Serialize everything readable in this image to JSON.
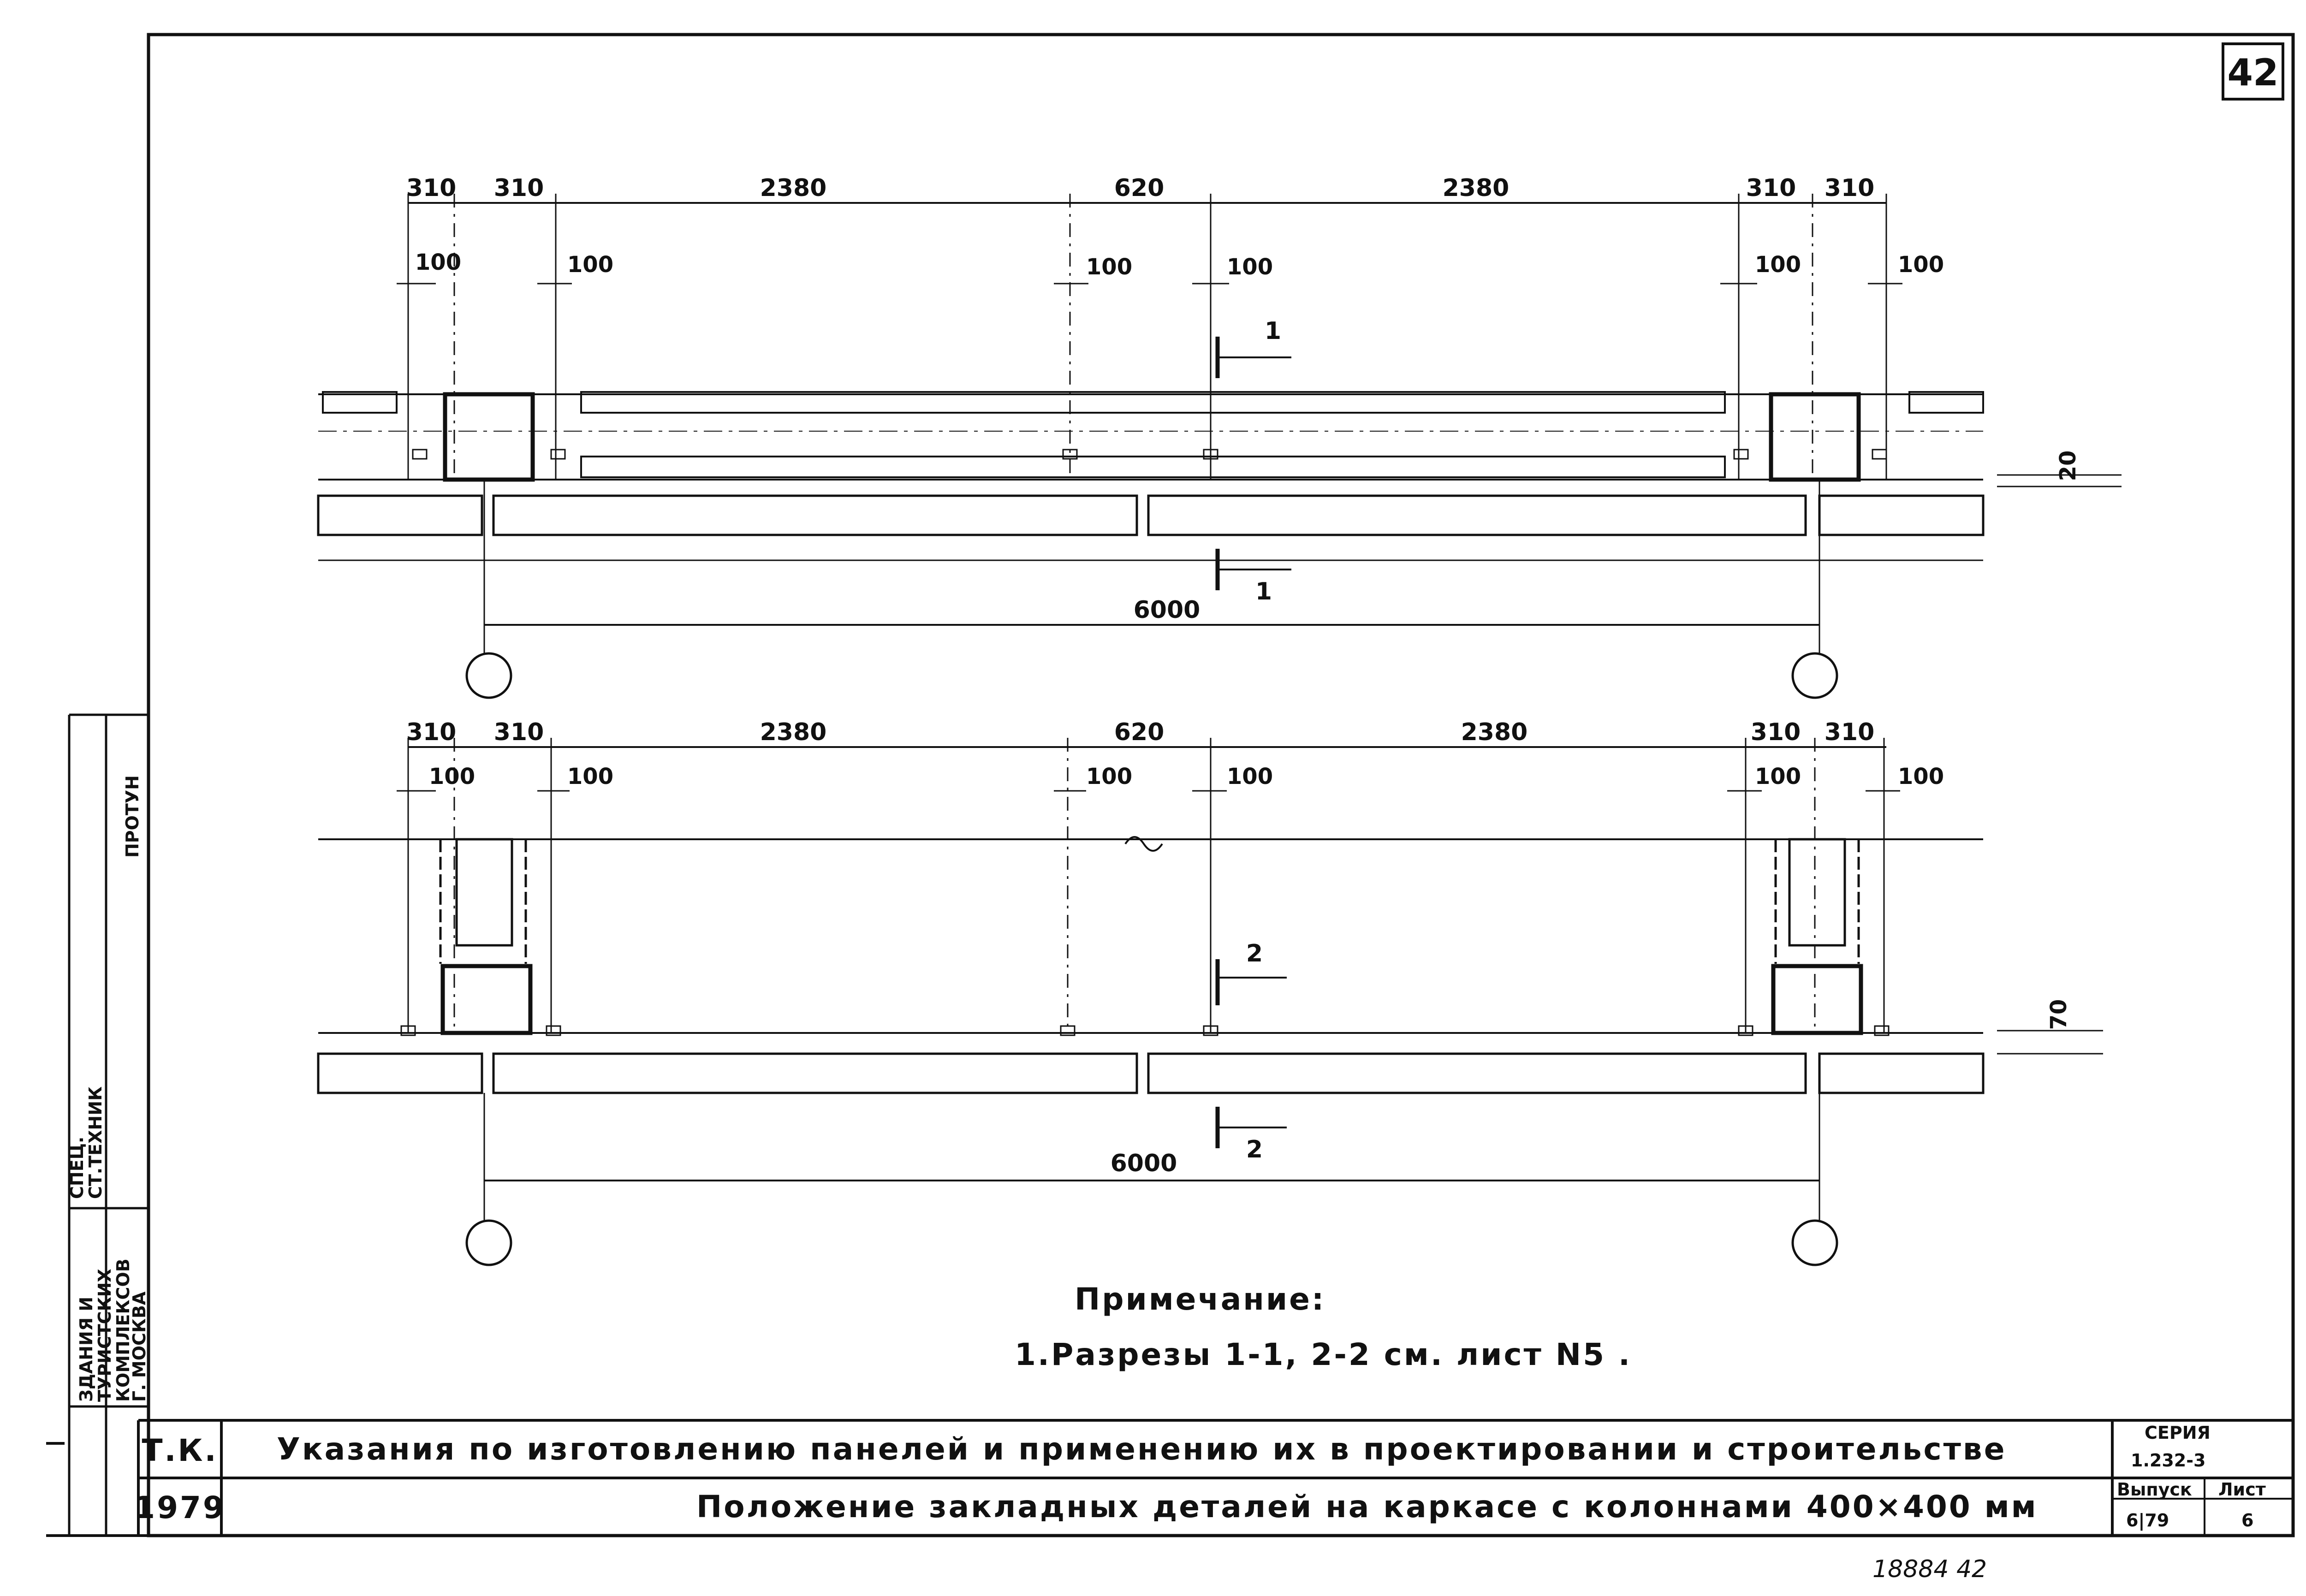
{
  "sheet_number": "42",
  "plan1": {
    "dims_top": [
      "310",
      "310",
      "2380",
      "620",
      "2380",
      "310",
      "310"
    ],
    "dims_100": [
      "100",
      "100",
      "100",
      "100",
      "100",
      "100"
    ],
    "section_label_top": "1",
    "section_label_bottom": "1",
    "dim_right": "20",
    "dim_axis": "6000"
  },
  "plan2": {
    "dims_top": [
      "310",
      "310",
      "2380",
      "620",
      "2380",
      "310",
      "310"
    ],
    "dims_100": [
      "100",
      "100",
      "100",
      "100",
      "100",
      "100"
    ],
    "section_label_top": "2",
    "section_label_bottom": "2",
    "dim_right": "70",
    "dim_axis": "6000"
  },
  "note": {
    "heading": "Примечание:",
    "text": "1.Разрезы 1-1, 2-2 см. лист N5 ."
  },
  "title_block": {
    "org": "Т.К.",
    "year": "1979",
    "main_title": "Указания по изготовлению панелей и применению их в проектировании и строительстве",
    "sheet_title": "Положение закладных деталей на каркасе с колоннами 400×400 мм",
    "series_label": "СЕРИЯ",
    "series_value": "1.232-3",
    "issue_label": "Выпуск",
    "issue_value": "6|79",
    "sheet_label": "Лист",
    "sheet_value": "6"
  },
  "left_stamp": {
    "org_lines": [
      "ЗДАНИЯ И",
      "ТУРИСТСКИХ",
      "КОМПЛЕКСОВ",
      "Г. МОСКВА"
    ],
    "roles": [
      "СТ.ТЕХНИК",
      "СПЕЦ."
    ],
    "name": "ПРОТУН"
  },
  "archive_mark": "18884   42"
}
